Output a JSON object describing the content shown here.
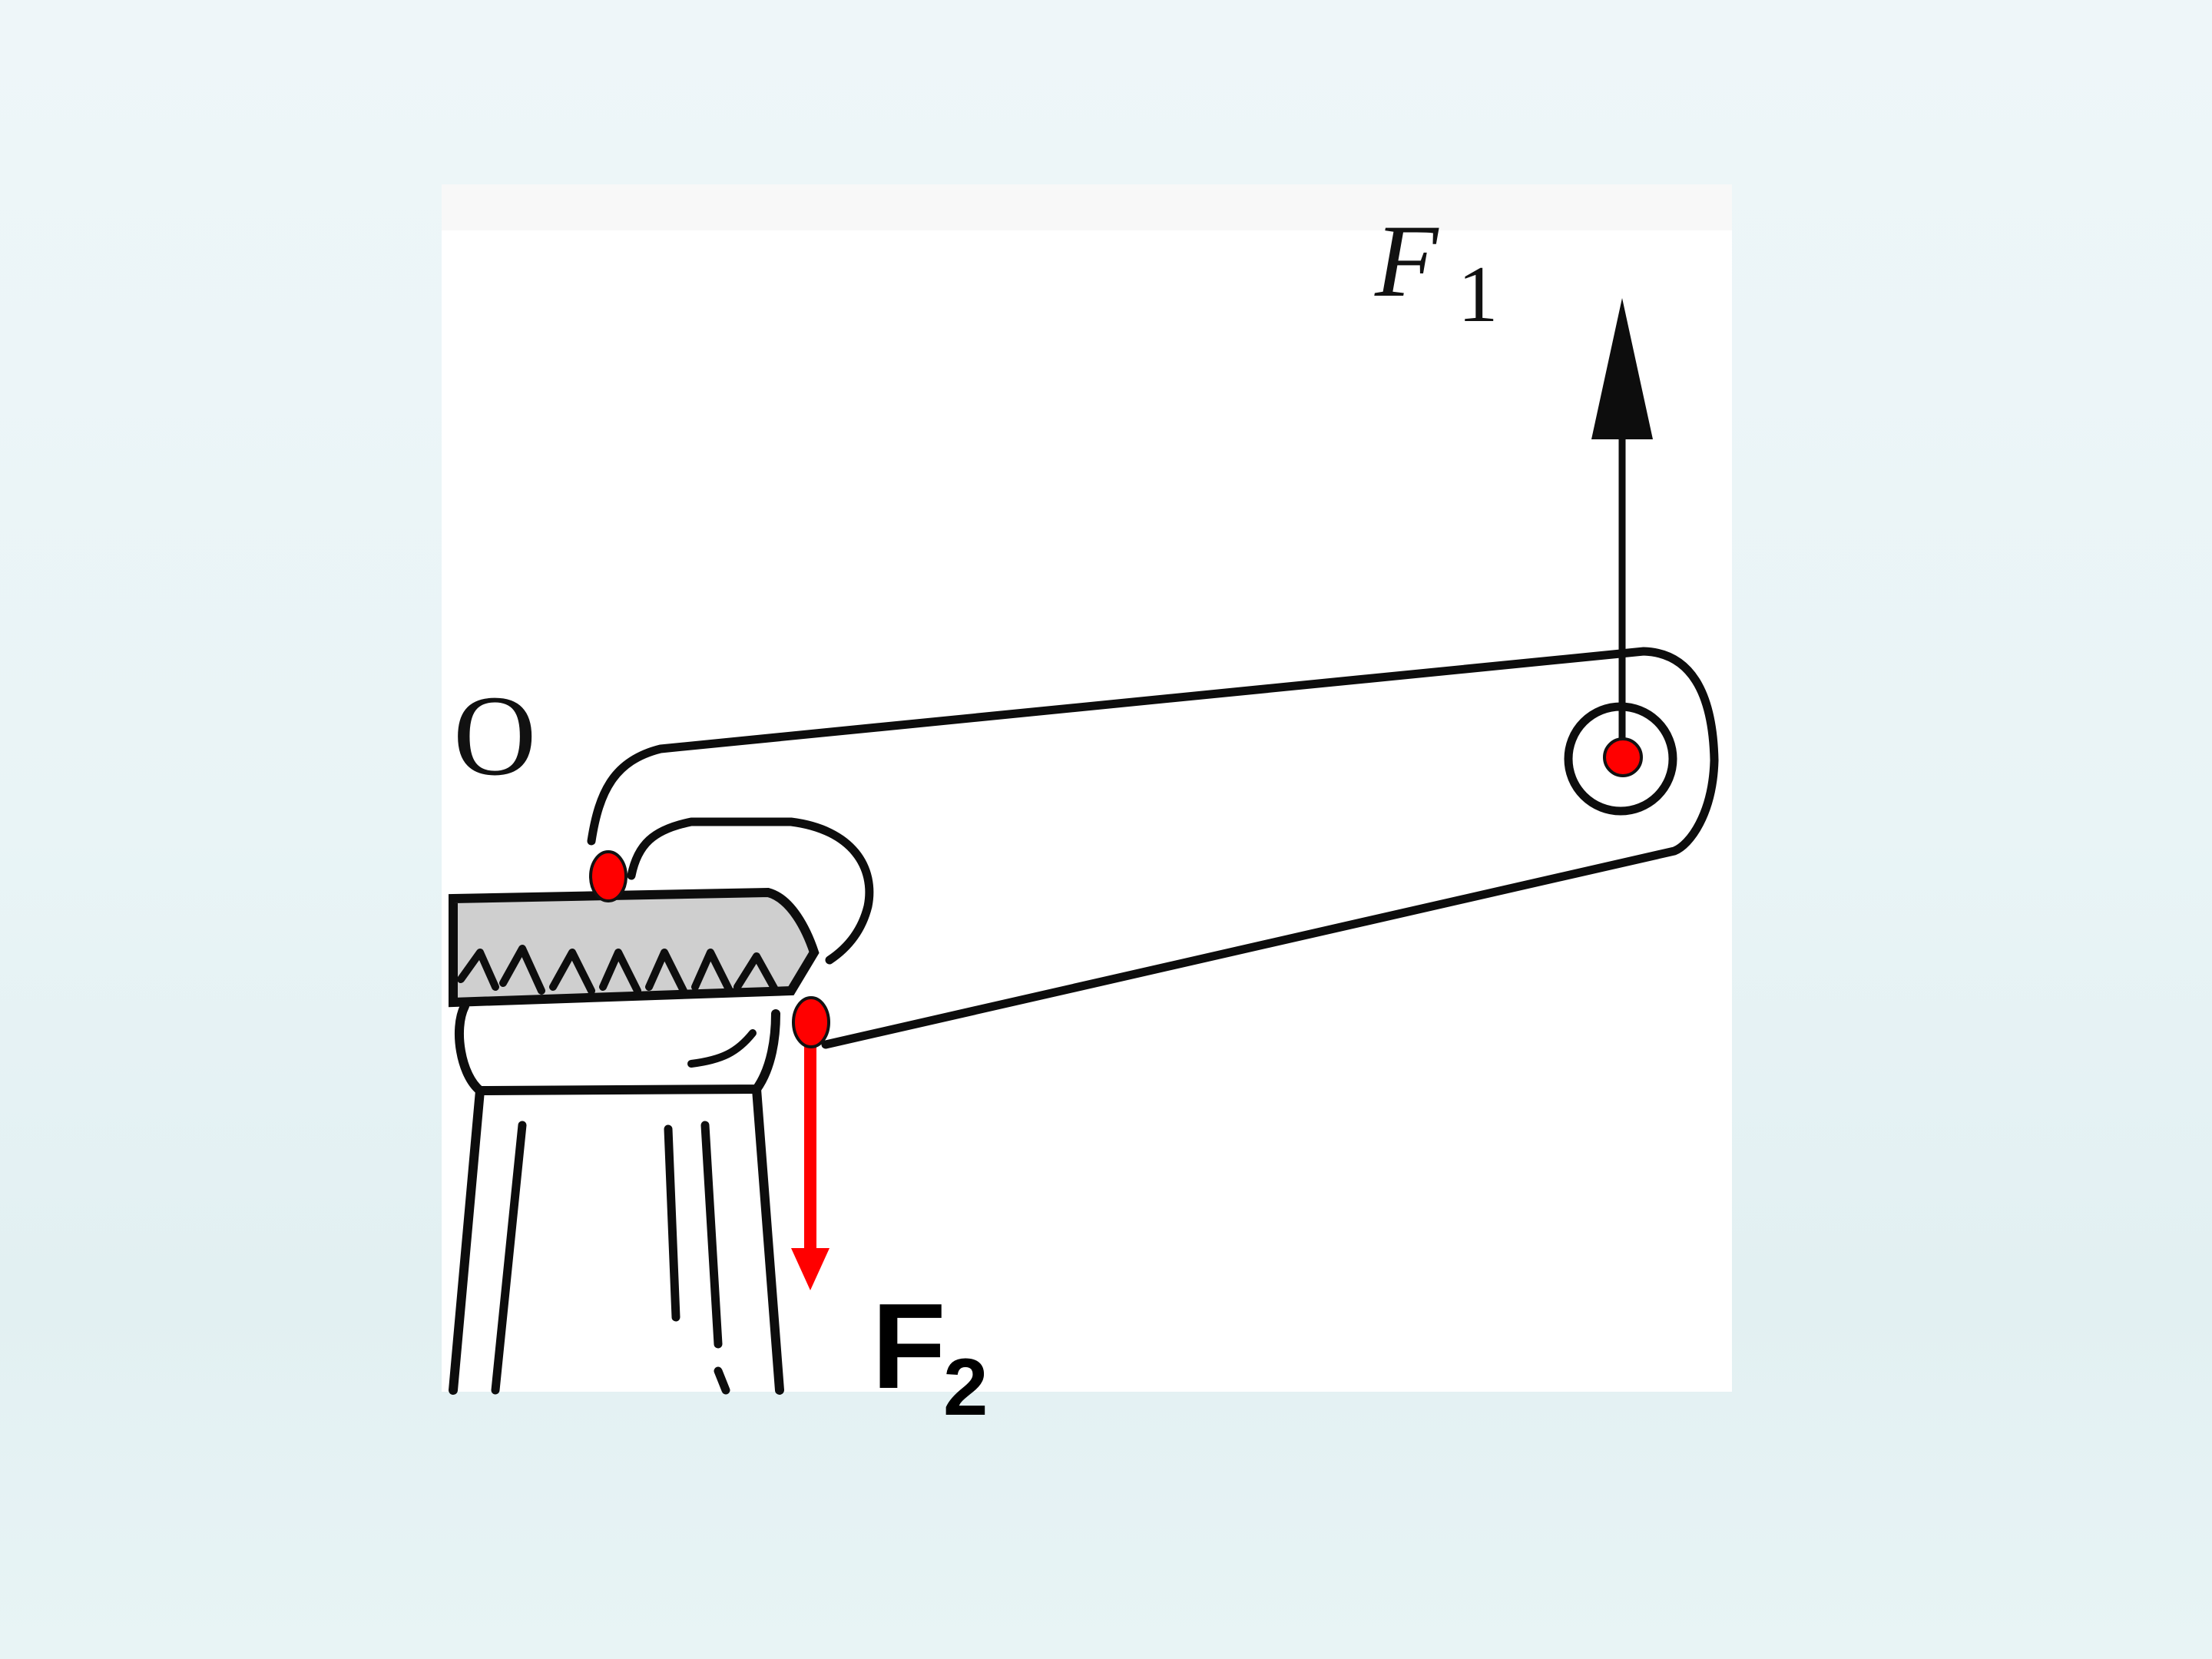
{
  "diagram": {
    "subject": "bottle opener lever",
    "labels": {
      "fulcrum": "O",
      "effort_force": "F",
      "effort_subscript": "1",
      "load_force": "F",
      "load_subscript": "2"
    },
    "colors": {
      "background": "#eaf4f6",
      "panel": "#ffffff",
      "ink": "#0d0d0d",
      "annotation": "#ff0000"
    },
    "points": [
      {
        "name": "fulcrum-point",
        "note": "top of bottle cap, under O"
      },
      {
        "name": "load-point",
        "note": "cap edge where F2 acts"
      },
      {
        "name": "effort-point",
        "note": "handle ring where F1 acts"
      }
    ],
    "arrows": [
      {
        "name": "F1",
        "direction": "up",
        "color": "#0d0d0d"
      },
      {
        "name": "F2",
        "direction": "down",
        "color": "#ff0000"
      }
    ]
  }
}
